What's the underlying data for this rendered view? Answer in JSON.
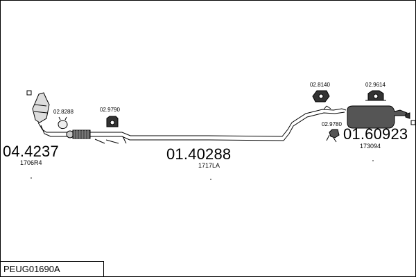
{
  "parts": {
    "catalytic_converter": {
      "part_no": "04.4237",
      "ref": "1706R4"
    },
    "gasket_1": {
      "part_no": "02.8288"
    },
    "rubber_mount_1": {
      "part_no": "02.9790"
    },
    "middle_pipe": {
      "part_no": "01.40288",
      "ref": "1717LA"
    },
    "rubber_mount_2": {
      "part_no": "02.8140"
    },
    "rubber_mount_3": {
      "part_no": "02.9614"
    },
    "clamp": {
      "part_no": "02.9780"
    },
    "rear_silencer": {
      "part_no": "01.60923",
      "ref": "173094"
    }
  },
  "kit_code": "PEUG01690A"
}
